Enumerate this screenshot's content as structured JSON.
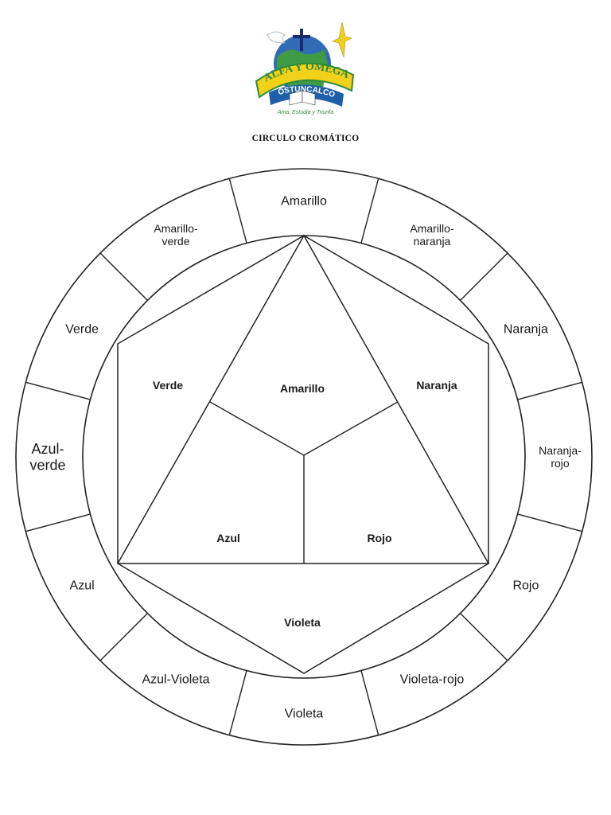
{
  "logo": {
    "arc_text": "ALFA Y OMEGA",
    "band_text": "OSTUNCALCO",
    "motto": "Ama, Estudia y Triunfa",
    "colors": {
      "green": "#2e8b3c",
      "yellow": "#f2d11a",
      "blue": "#2f6cb5",
      "red": "#c0282d"
    }
  },
  "title": "CIRCULO CROMÁTICO",
  "wheel": {
    "outer": [
      {
        "lines": [
          "Amarillo"
        ]
      },
      {
        "lines": [
          "Amarillo-",
          "naranja"
        ]
      },
      {
        "lines": [
          "Naranja"
        ]
      },
      {
        "lines": [
          "Naranja-",
          "rojo"
        ]
      },
      {
        "lines": [
          "Rojo"
        ]
      },
      {
        "lines": [
          "Violeta-rojo"
        ]
      },
      {
        "lines": [
          "Violeta"
        ]
      },
      {
        "lines": [
          "Azul-Violeta"
        ]
      },
      {
        "lines": [
          "Azul"
        ]
      },
      {
        "lines": [
          "Azul-",
          "verde"
        ]
      },
      {
        "lines": [
          "Verde"
        ]
      },
      {
        "lines": [
          "Amarillo-",
          "verde"
        ]
      }
    ],
    "triangle": {
      "top": "Amarillo",
      "left": "Azul",
      "right": "Rojo"
    },
    "secondary": {
      "left": "Verde",
      "right": "Naranja",
      "bottom": "Violeta"
    }
  }
}
